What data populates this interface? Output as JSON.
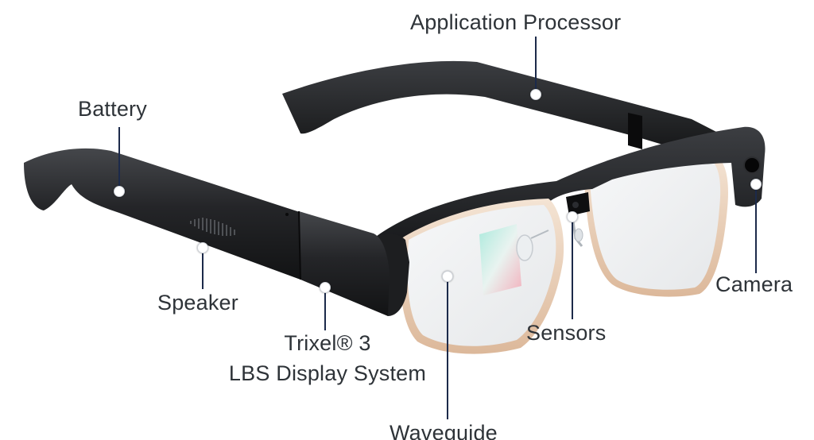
{
  "labels": {
    "application_processor": "Application Processor",
    "battery": "Battery",
    "speaker": "Speaker",
    "trixel_line1": "Trixel® 3",
    "trixel_line2": "LBS Display System",
    "camera": "Camera",
    "sensors": "Sensors",
    "waveguide": "Waveguide"
  },
  "colors": {
    "frame": "#1b1c1e",
    "frame_highlight": "#3a3c40",
    "leader_line": "#1c2a4a",
    "label_text": "#2e3338",
    "lens_rim": "#e9cdb4"
  }
}
